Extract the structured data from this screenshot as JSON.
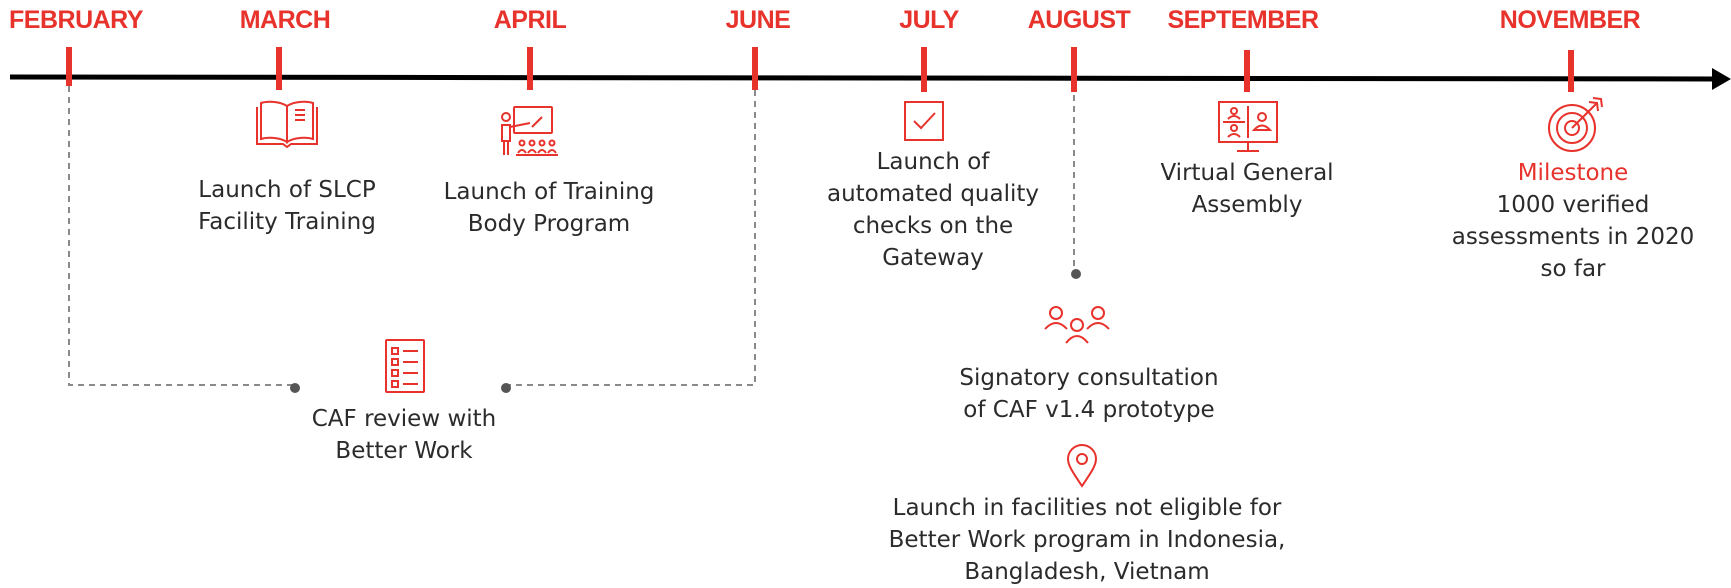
{
  "months": [
    "FEBRUARY",
    "MARCH",
    "APRIL",
    "JUNE",
    "JULY",
    "AUGUST",
    "SEPTEMBER",
    "NOVEMBER"
  ],
  "events": {
    "facility_training": {
      "icon": "open-book-icon",
      "lines": [
        "Launch of SLCP",
        "Facility Training"
      ]
    },
    "training_body": {
      "icon": "presentation-icon",
      "lines": [
        "Launch of Training",
        "Body Program"
      ]
    },
    "caf_review": {
      "icon": "checklist-icon",
      "lines": [
        "CAF review with",
        "Better Work"
      ]
    },
    "quality_checks": {
      "icon": "checkbox-icon",
      "lines": [
        "Launch of",
        "automated quality",
        "checks on the",
        "Gateway"
      ]
    },
    "signatory_consultation": {
      "icon": "people-group-icon",
      "lines": [
        "Signatory consultation",
        "of CAF v1.4 prototype"
      ]
    },
    "facilities_launch": {
      "icon": "location-pin-icon",
      "lines": [
        "Launch in facilities not eligible for",
        "Better Work program in Indonesia,",
        "Bangladesh, Vietnam"
      ]
    },
    "virtual_assembly": {
      "icon": "video-conference-icon",
      "lines": [
        "Virtual General",
        "Assembly"
      ]
    },
    "milestone": {
      "icon": "target-icon",
      "highlight": "Milestone",
      "lines": [
        "1000 verified",
        "assessments in 2020",
        "so far"
      ]
    }
  },
  "colors": {
    "accent": "#e8322c",
    "axis": "#000000",
    "text": "#2b2b2b",
    "connector": "#8a8a8a"
  }
}
